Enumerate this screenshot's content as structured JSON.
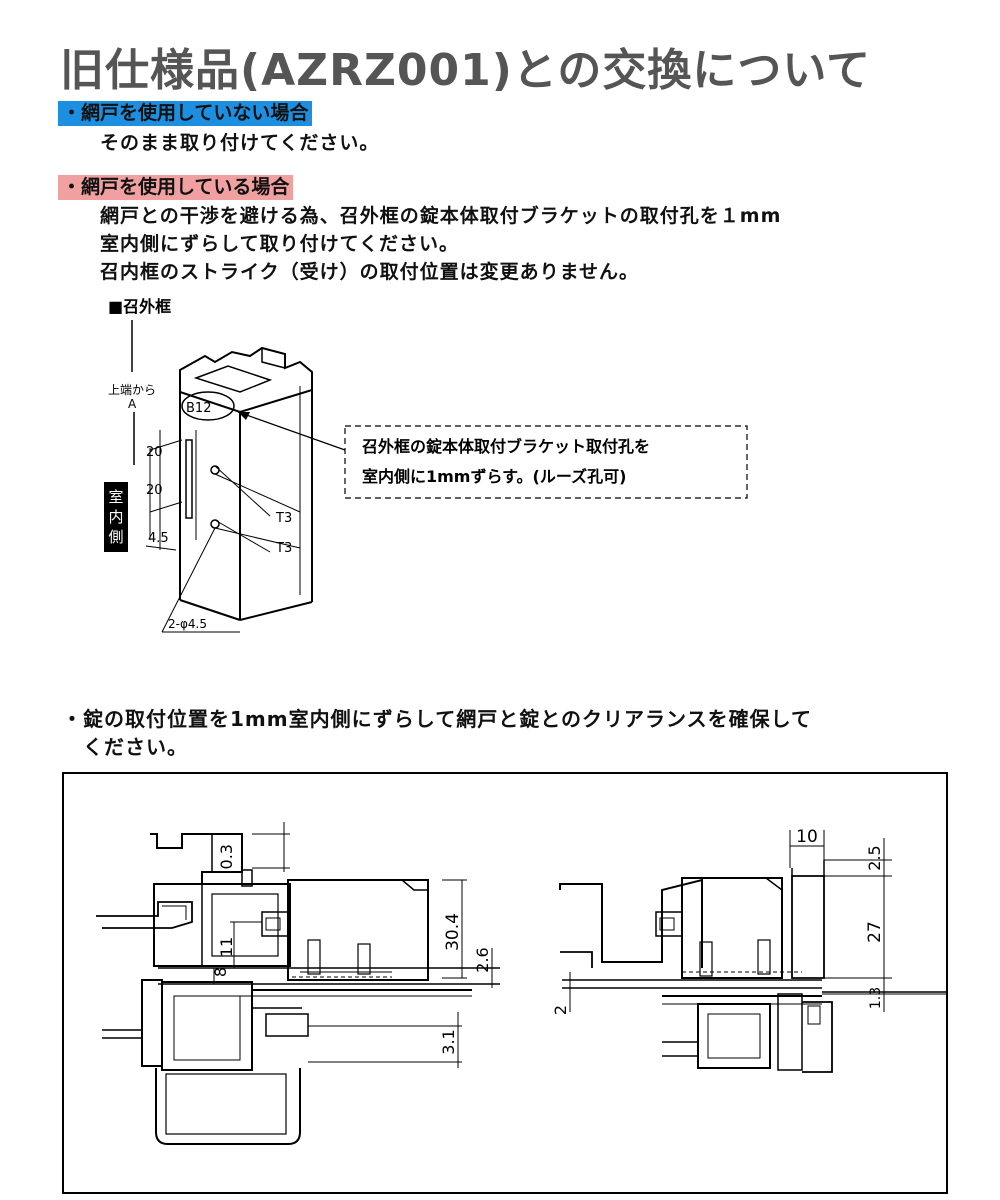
{
  "title": "旧仕様品(AZRZ001)との交換について",
  "section1": {
    "heading": "・網戸を使用していない場合",
    "body": "そのまま取り付けてください。",
    "highlight_color": "#1d8fe0"
  },
  "section2": {
    "heading": "・網戸を使用している場合",
    "lines": [
      "網戸との干渉を避ける為、召外框の錠本体取付ブラケットの取付孔を１mm",
      "室内側にずらして取り付けてください。",
      "召内框のストライク（受け）の取付位置は変更ありません。"
    ],
    "highlight_color": "#f0a0a0"
  },
  "diagram1": {
    "label": "■召外框",
    "from_top": "上端から",
    "from_top_sub": "A",
    "indoor_side": [
      "室",
      "内",
      "側"
    ],
    "dims": {
      "d20a": "20",
      "d20b": "20",
      "d45": "4.5",
      "t3a": "T3",
      "t3b": "T3",
      "b12": "B12",
      "hole": "2-φ4.5"
    },
    "callout": [
      "召外框の錠本体取付ブラケット取付孔を",
      "室内側に1mmずらす。(ルーズ孔可)"
    ]
  },
  "section3": {
    "lines": [
      "・錠の取付位置を1mm室内側にずらして網戸と錠とのクリアランスを確保して",
      "　ください。"
    ]
  },
  "diagram2": {
    "left_dims": {
      "d03": "0.3",
      "d304": "30.4",
      "d11": "11",
      "d8": "8",
      "d26": "2.6",
      "d31": "3.1"
    },
    "right_dims": {
      "d10": "10",
      "d25": "2.5",
      "d27": "27",
      "d2": "2",
      "d13": "1.3"
    }
  }
}
